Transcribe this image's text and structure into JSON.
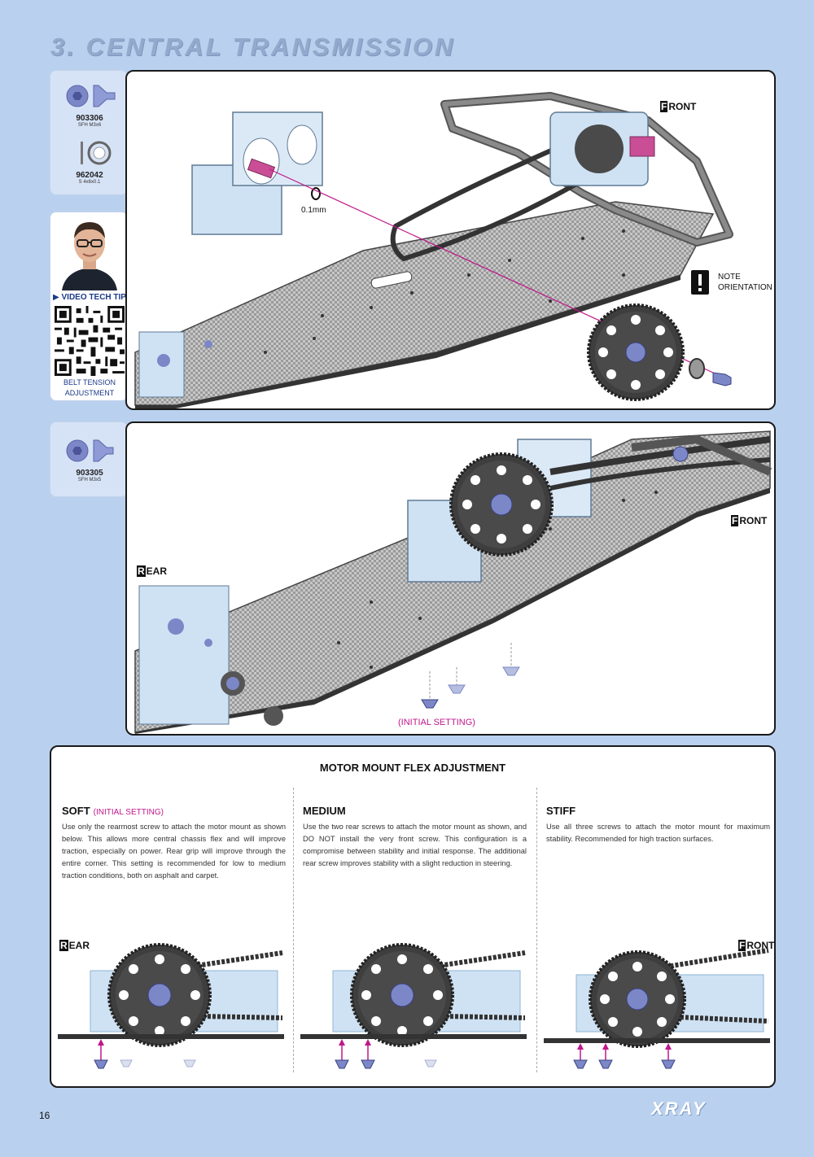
{
  "page": {
    "title": "3. CENTRAL TRANSMISSION",
    "page_number": "16",
    "logo": "XRAY"
  },
  "parts_top": [
    {
      "code": "903306",
      "desc": "SFH M3x6",
      "icon": "flat-head-screw-icon"
    },
    {
      "code": "962042",
      "desc": "S 4x6x0.1",
      "icon": "shim-icon"
    }
  ],
  "parts_middle": [
    {
      "code": "903305",
      "desc": "SFH M3x5",
      "icon": "flat-head-screw-icon"
    }
  ],
  "tech_tip": {
    "header": "VIDEO TECH TIP",
    "caption_line1": "BELT TENSION",
    "caption_line2": "ADJUSTMENT"
  },
  "step1": {
    "front_cap": "F",
    "front_rest": "RONT",
    "shim_label": "0.1mm",
    "note_line1": "NOTE",
    "note_line2": "ORIENTATION"
  },
  "step2": {
    "front_cap": "F",
    "front_rest": "RONT",
    "rear_cap": "R",
    "rear_rest": "EAR",
    "initial": "(INITIAL SETTING)"
  },
  "flex": {
    "heading": "MOTOR MOUNT FLEX ADJUSTMENT",
    "rear_cap": "R",
    "rear_rest": "EAR",
    "front_cap": "F",
    "front_rest": "RONT",
    "soft": {
      "title": "SOFT",
      "initial": "(INITIAL SETTING)",
      "text": "Use only the rearmost screw to attach the motor mount as shown below. This allows more central chassis flex and will improve traction, especially on power. Rear grip will improve through the entire corner. This setting is recommended for low to medium traction conditions, both on asphalt and carpet."
    },
    "medium": {
      "title": "MEDIUM",
      "text": "Use the two rear screws to attach the motor mount as shown, and DO NOT install the very front screw. This configuration is a compromise between stability and initial response. The additional rear screw improves stability with a slight reduction in steering."
    },
    "stiff": {
      "title": "STIFF",
      "text": "Use all three screws to attach the motor mount for maximum stability. Recommended for high traction surfaces."
    }
  },
  "colors": {
    "background": "#b9d1ee",
    "accent_magenta": "#c0178a",
    "part_blue": "#6f7fc4",
    "chassis_grey": "#9a9a9a",
    "mount_blue": "#cfe2f3"
  }
}
